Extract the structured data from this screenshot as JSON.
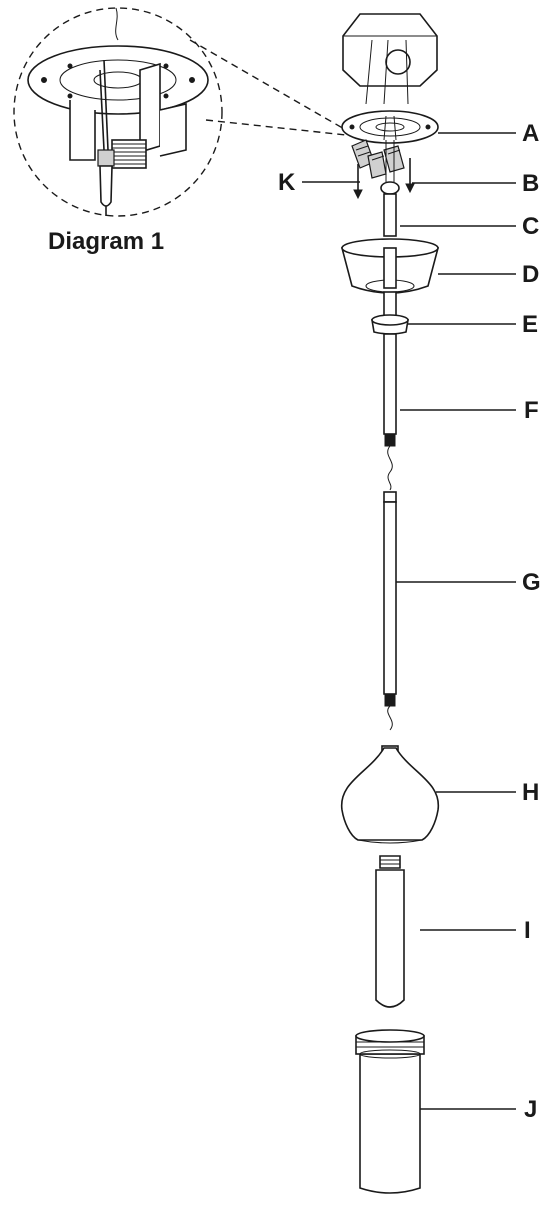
{
  "diagram": {
    "inset_caption": "Diagram 1",
    "labels": {
      "A": "A",
      "B": "B",
      "C": "C",
      "D": "D",
      "E": "E",
      "F": "F",
      "G": "G",
      "H": "H",
      "I": "I",
      "J": "J",
      "K": "K"
    }
  }
}
